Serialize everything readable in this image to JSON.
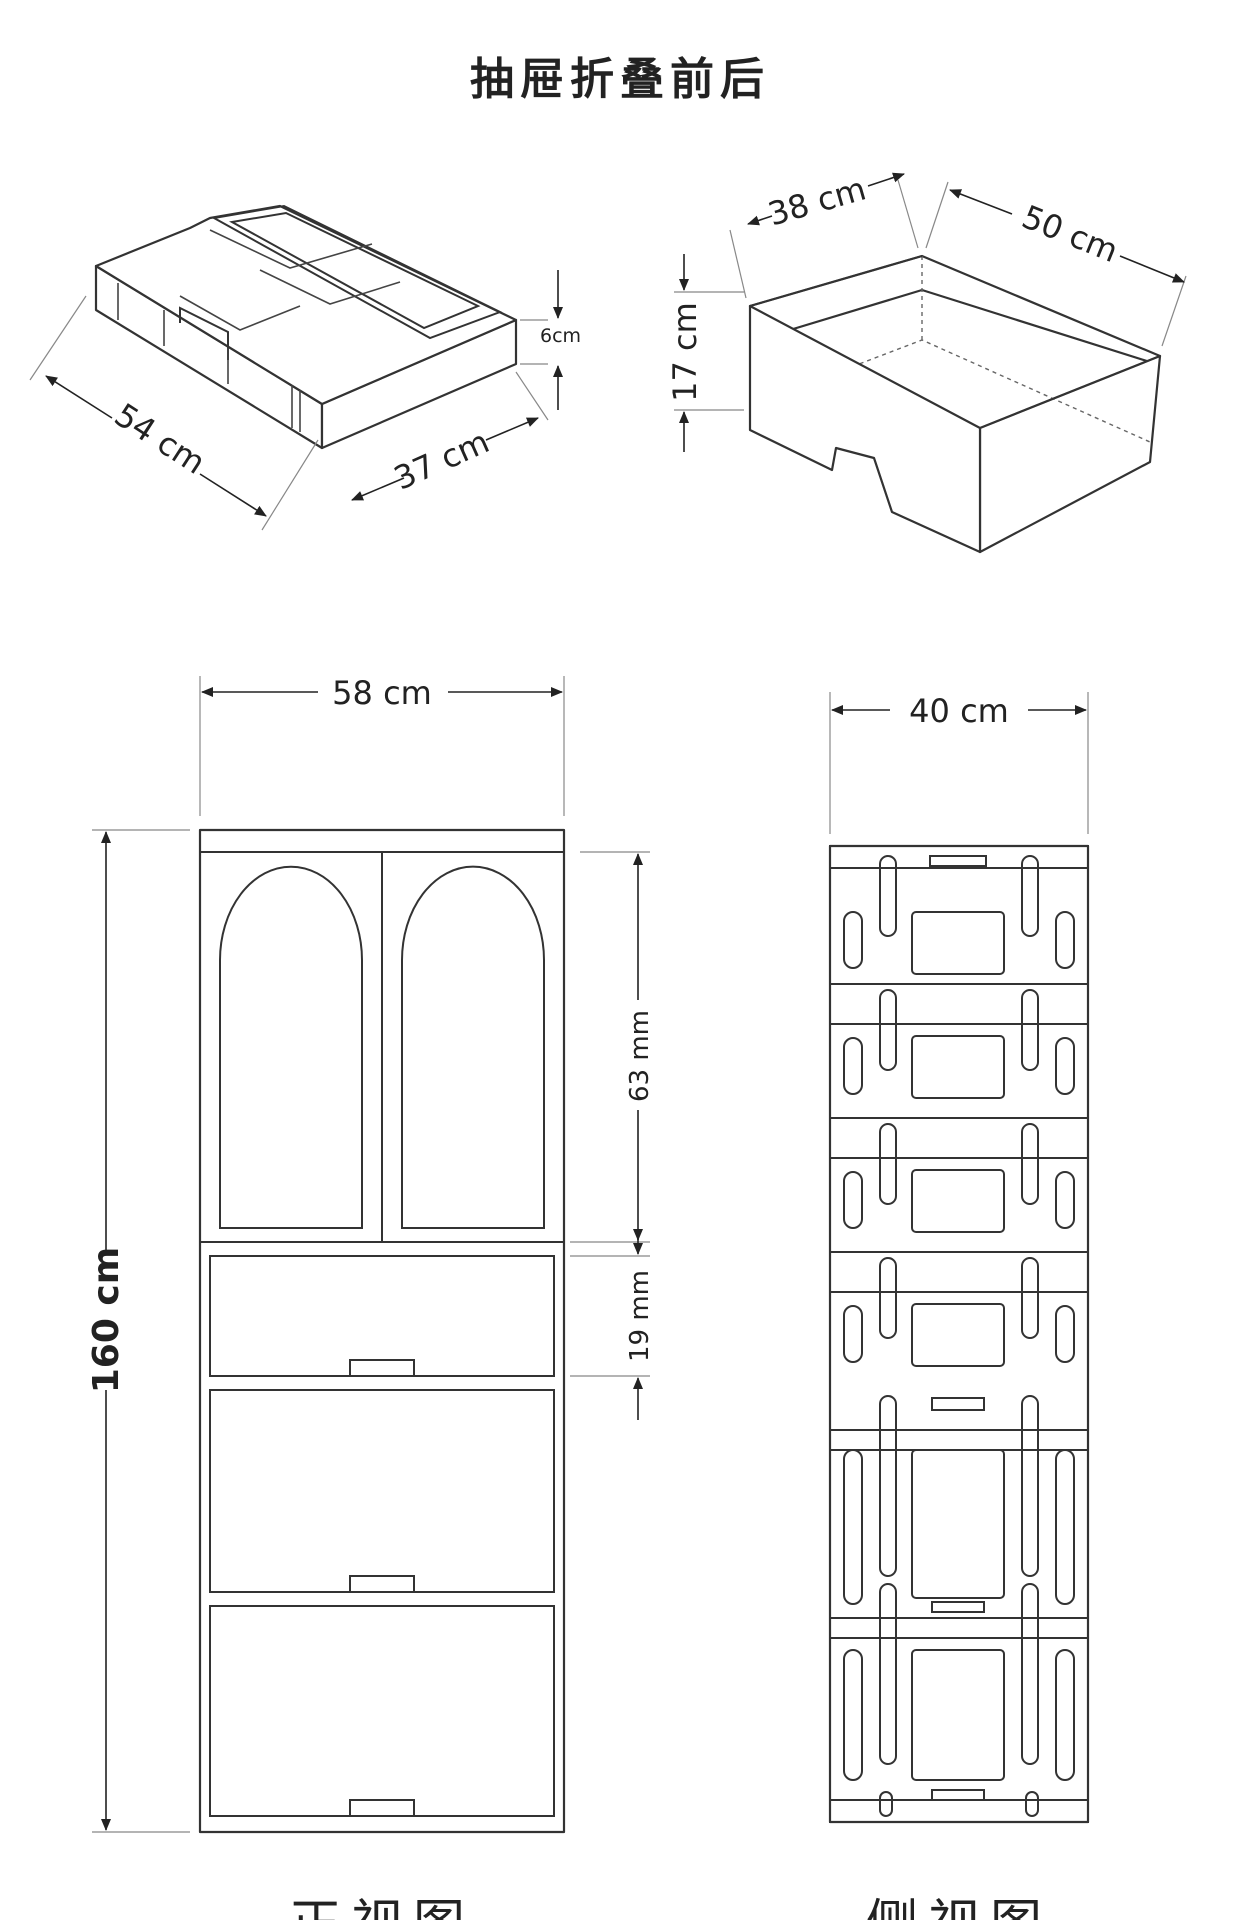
{
  "title": "抽屉折叠前后",
  "folded_drawer": {
    "length": "54 cm",
    "width": "37 cm",
    "height": "6cm"
  },
  "unfolded_drawer": {
    "width": "38 cm",
    "length": "50 cm",
    "height": "17 cm"
  },
  "front_view": {
    "width": "58 cm",
    "height": "160 cm",
    "door_height": "63 mm",
    "drawer_height": "19 mm",
    "caption": "正视图"
  },
  "side_view": {
    "depth": "40 cm",
    "caption": "侧视图"
  }
}
